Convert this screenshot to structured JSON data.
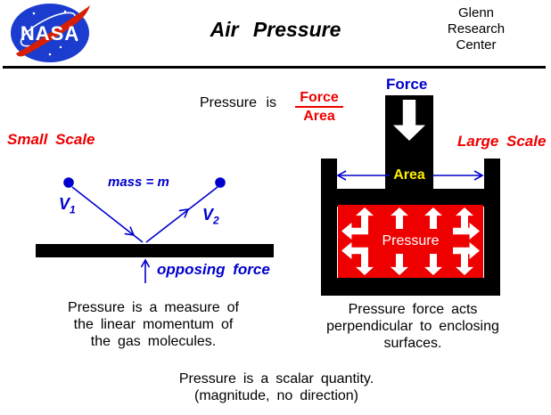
{
  "header": {
    "logo": {
      "label": "NASA"
    },
    "title": "Air Pressure",
    "org_lines": [
      "Glenn",
      "Research",
      "Center"
    ]
  },
  "equation": {
    "prefix": "Pressure is",
    "numerator": "Force",
    "denominator": "Area"
  },
  "small_scale": {
    "section_label": "Small Scale",
    "mass_label": "mass = m",
    "v1_base": "V",
    "v1_sub": "1",
    "v2_base": "V",
    "v2_sub": "2",
    "opposing_force_label": "opposing force",
    "caption_lines": [
      "Pressure is a measure of",
      "the linear momentum of",
      "the gas molecules."
    ]
  },
  "large_scale": {
    "section_label": "Large Scale",
    "force_label": "Force",
    "area_label": "Area",
    "pressure_label": "Pressure",
    "caption_lines": [
      "Pressure force acts",
      "perpendicular to enclosing",
      "surfaces."
    ]
  },
  "footer_lines": [
    "Pressure is a scalar quantity.",
    "(magnitude, no direction)"
  ],
  "colors": {
    "text_black": "#000000",
    "accent_blue": "#0000cc",
    "accent_red": "#ee0000",
    "area_yellow": "#ffee00",
    "pressure_box_red": "#ee0000",
    "nasa_blue": "#1b3cce",
    "swoosh_red": "#d81e05"
  }
}
